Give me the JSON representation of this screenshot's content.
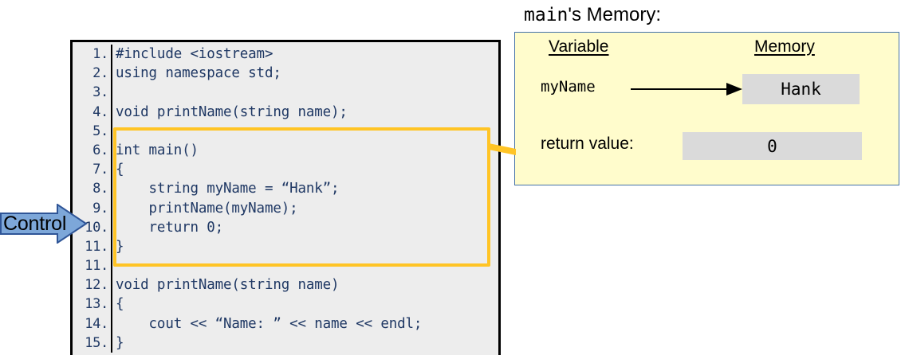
{
  "code_panel": {
    "language": "cpp",
    "lines": [
      {
        "number": "1.",
        "text": "#include <iostream>"
      },
      {
        "number": "2.",
        "text": "using namespace std;"
      },
      {
        "number": "3.",
        "text": ""
      },
      {
        "number": "4.",
        "text": "void printName(string name);"
      },
      {
        "number": "5.",
        "text": ""
      },
      {
        "number": "6.",
        "text": "int main()"
      },
      {
        "number": "7.",
        "text": "{"
      },
      {
        "number": "8.",
        "text": "    string myName = “Hank”;"
      },
      {
        "number": "9.",
        "text": "    printName(myName);"
      },
      {
        "number": "10.",
        "text": "    return 0;"
      },
      {
        "number": "11.",
        "text": "}"
      },
      {
        "number": "11.",
        "text": ""
      },
      {
        "number": "12.",
        "text": "void printName(string name)"
      },
      {
        "number": "13.",
        "text": "{"
      },
      {
        "number": "14.",
        "text": "    cout << “Name: ” << name << endl;"
      },
      {
        "number": "15.",
        "text": "}"
      }
    ],
    "highlight": {
      "name": "main-function-highlight",
      "color": "#FFC425",
      "from_line": "6.",
      "to_line": "11."
    },
    "colors": {
      "background": "#ededed",
      "text": "#1f3864",
      "border": "#000000"
    }
  },
  "control_marker": {
    "label": "Control",
    "points_at_line": "10.",
    "fill": "#7da7d9",
    "stroke": "#2f5597"
  },
  "memory_panel": {
    "title_mono": "main",
    "title_sans": "'s Memory:",
    "headers": {
      "variable": "Variable",
      "memory": "Memory"
    },
    "rows": [
      {
        "label": "myName",
        "value": "Hank",
        "has_arrow": true
      },
      {
        "label": "return value:",
        "value": "0",
        "has_arrow": false
      }
    ],
    "colors": {
      "panel_background": "#FFFCCC",
      "panel_border": "#4472a8",
      "value_box": "#dadada"
    }
  }
}
